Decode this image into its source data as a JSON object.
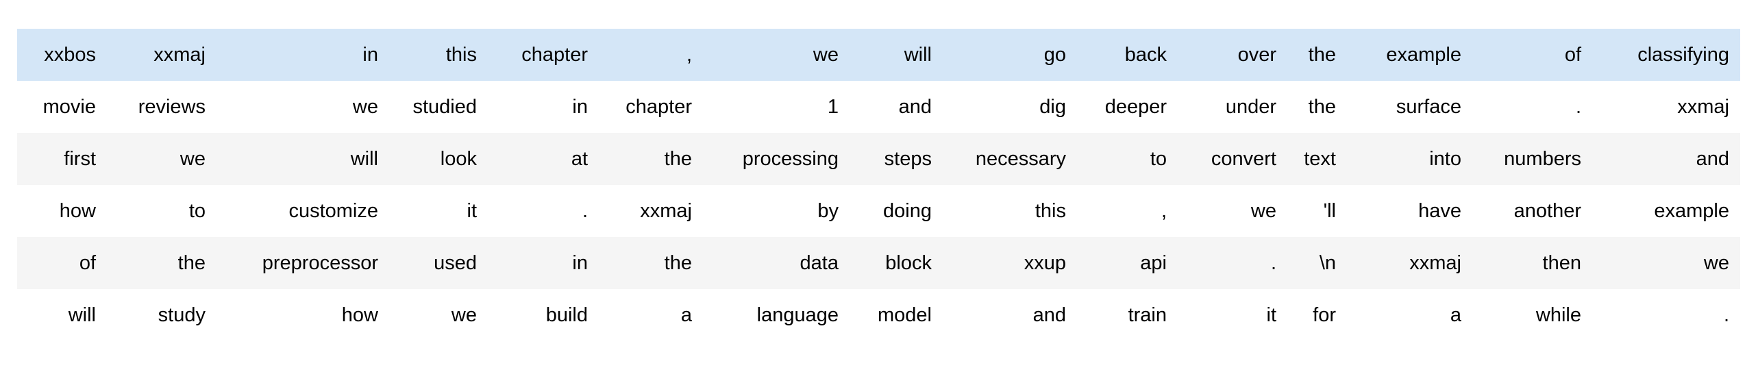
{
  "table": {
    "description_name": "tokenized-text-batch",
    "num_columns": 15,
    "num_rows": 6,
    "highlighted_row_index": 0,
    "rows": [
      [
        "xxbos",
        "xxmaj",
        "in",
        "this",
        "chapter",
        ",",
        "we",
        "will",
        "go",
        "back",
        "over",
        "the",
        "example",
        "of",
        "classifying"
      ],
      [
        "movie",
        "reviews",
        "we",
        "studied",
        "in",
        "chapter",
        "1",
        "and",
        "dig",
        "deeper",
        "under",
        "the",
        "surface",
        ".",
        "xxmaj"
      ],
      [
        "first",
        "we",
        "will",
        "look",
        "at",
        "the",
        "processing",
        "steps",
        "necessary",
        "to",
        "convert",
        "text",
        "into",
        "numbers",
        "and"
      ],
      [
        "how",
        "to",
        "customize",
        "it",
        ".",
        "xxmaj",
        "by",
        "doing",
        "this",
        ",",
        "we",
        "'ll",
        "have",
        "another",
        "example"
      ],
      [
        "of",
        "the",
        "preprocessor",
        "used",
        "in",
        "the",
        "data",
        "block",
        "xxup",
        "api",
        ".",
        "\\n",
        "xxmaj",
        "then",
        "we"
      ],
      [
        "will",
        "study",
        "how",
        "we",
        "build",
        "a",
        "language",
        "model",
        "and",
        "train",
        "it",
        "for",
        "a",
        "while",
        "."
      ]
    ]
  },
  "colors": {
    "highlight_row": "#d4e6f7",
    "stripe_row": "#f5f5f5",
    "plain_row": "#ffffff",
    "text": "#000000",
    "page_background": "#ffffff"
  }
}
